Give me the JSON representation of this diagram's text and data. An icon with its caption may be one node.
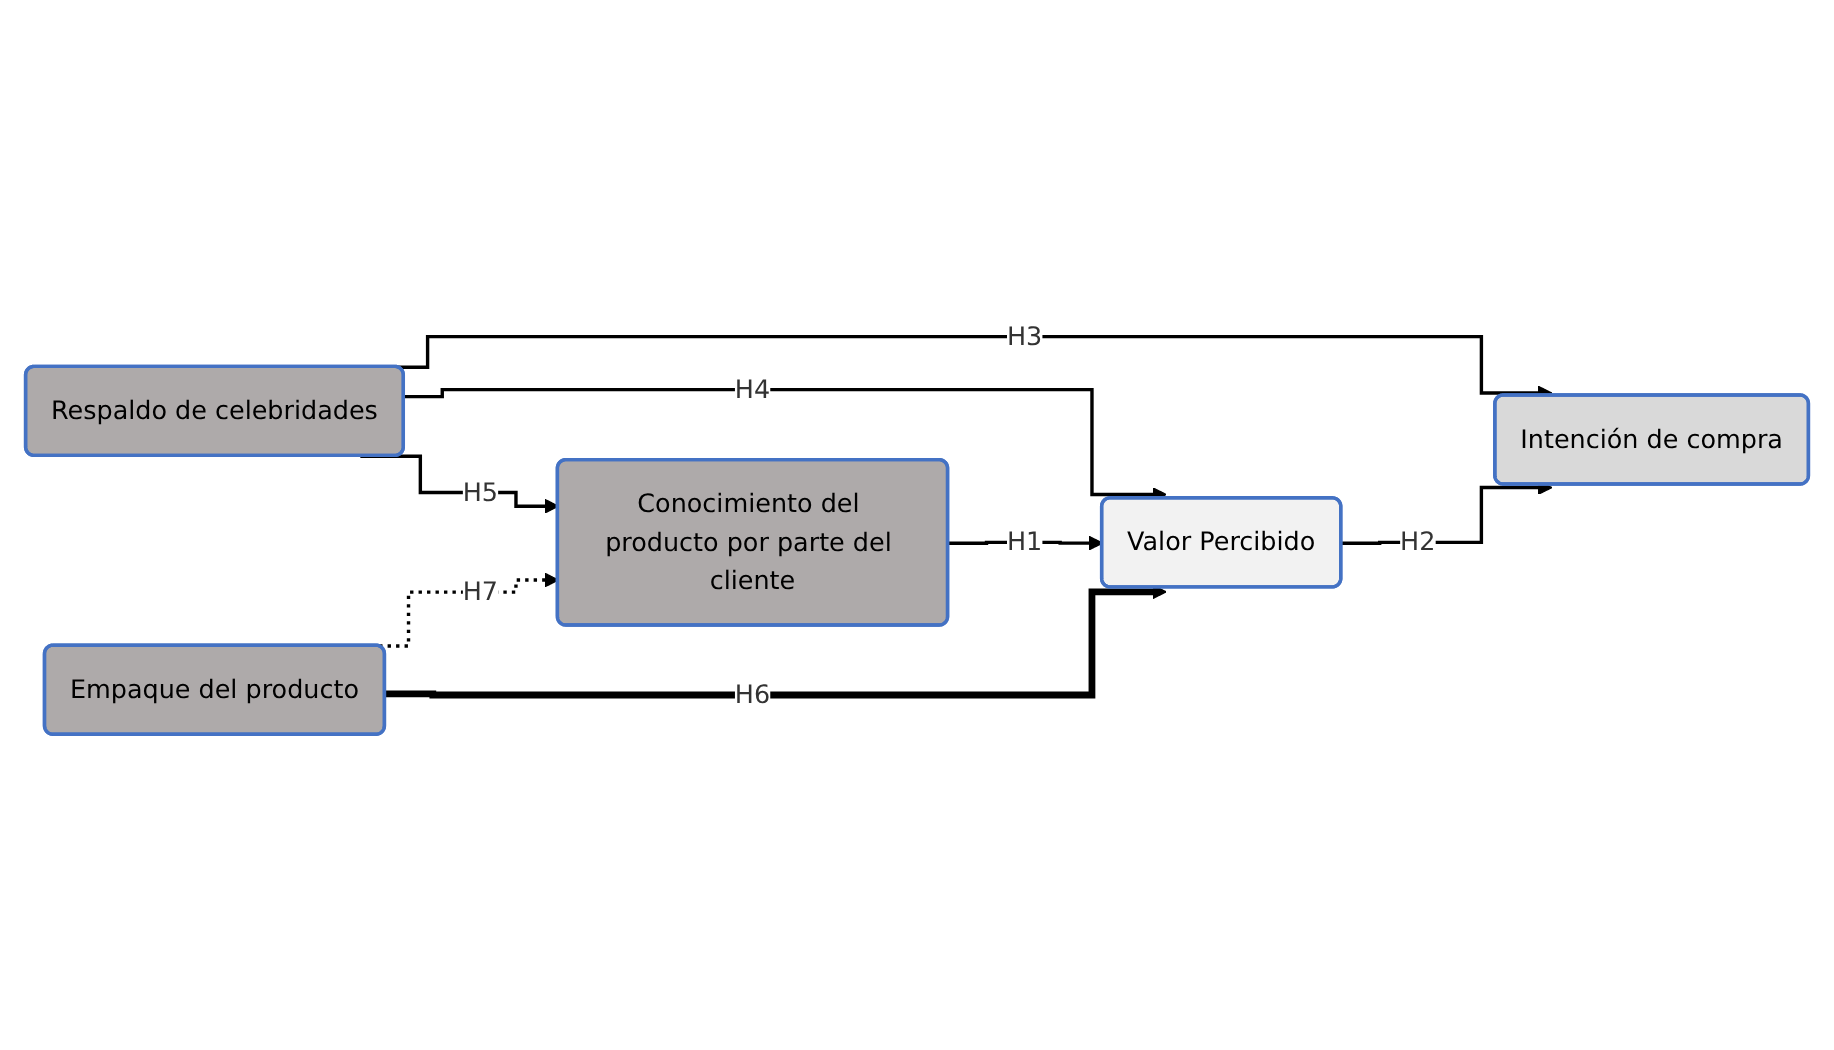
{
  "diagram": {
    "nodes": [
      {
        "text": [
          "Respaldo de celebridades"
        ]
      },
      {
        "text": [
          "Conocimiento del producto por parte del cliente"
        ]
      },
      {
        "text": [
          "Valor Percibido"
        ]
      },
      {
        "text": [
          "Intención de compra"
        ]
      },
      {
        "text": [
          "Empaque del producto"
        ]
      }
    ],
    "edges": [
      {
        "from": 0,
        "to": 1,
        "arrow": "to",
        "label": "H5"
      },
      {
        "from": 0,
        "to": 2,
        "arrow": "to",
        "label": "H4"
      },
      {
        "from": 0,
        "to": 3,
        "arrow": "to",
        "label": "H3"
      },
      {
        "from": 1,
        "to": 2,
        "arrow": "to",
        "label": "H1"
      },
      {
        "from": 2,
        "to": 3,
        "arrow": "to",
        "label": "H2"
      },
      {
        "from": 4,
        "to": 1,
        "arrow": "to",
        "label": "H7",
        "style": "dashed"
      },
      {
        "from": 4,
        "to": 2,
        "arrow": "to",
        "label": "H6",
        "style": "thick"
      }
    ]
  }
}
